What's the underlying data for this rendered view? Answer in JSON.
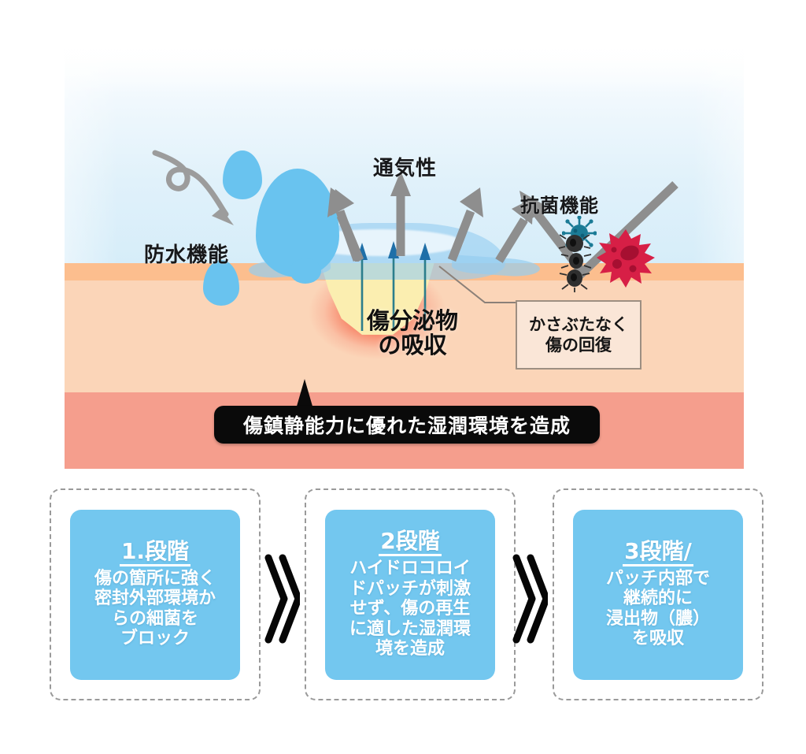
{
  "diagram": {
    "title_visible": false,
    "illustration": {
      "labels": {
        "waterproof": "防水機能",
        "breathable": "通気性",
        "antibacterial": "抗菌機能",
        "absorption_line1": "傷分泌物",
        "absorption_line2": "の吸収"
      },
      "callout": {
        "line1": "かさぶたなく",
        "line2": "傷の回復"
      },
      "banner": "傷鎮静能力に優れた湿潤環境を造成",
      "icons": {
        "water_drop": "water-drop-icon",
        "repel_arrow": "curved-repel-arrow-icon",
        "up_arrow": "up-arrow-icon",
        "bounce_arrow": "bounce-arrow-icon",
        "virus": "virus-icon",
        "bacillus": "bacillus-icon",
        "blood_cell": "red-blood-blob-icon",
        "hydrocolloid_patch": "hydrocolloid-patch-icon",
        "wound": "wound-cavity-icon"
      },
      "colors": {
        "sky_top": "#ffffff",
        "sky_bottom": "#d6edf9",
        "skin_epidermis": "#fcbe8e",
        "skin_dermis": "#fbd5b8",
        "skin_hypodermis": "#f59e8d",
        "droplet_blue": "#69c3ef",
        "patch_blue": "#96cdf0",
        "wound_yellow": "#fbeeb0",
        "wound_glow_red": "#f45537",
        "arrow_gray": "#8e8e8e",
        "banner_black": "#0a0a0a",
        "callout_bg": "#fae6d7",
        "callout_border": "#9d8f82"
      }
    },
    "steps": {
      "separator": "chevron-double-right",
      "items": [
        {
          "title": "1.段階",
          "body": "傷の箇所に強く\n密封外部環境か\nらの細菌を\nブロック"
        },
        {
          "title": "2段階",
          "body": "ハイドロコロイ\nドパッチが刺激\nせず、傷の再生\nに適した湿潤環\n境を造成"
        },
        {
          "title": "3段階/",
          "body": "パッチ内部で\n継続的に\n浸出物（膿）\nを吸収"
        }
      ]
    }
  }
}
